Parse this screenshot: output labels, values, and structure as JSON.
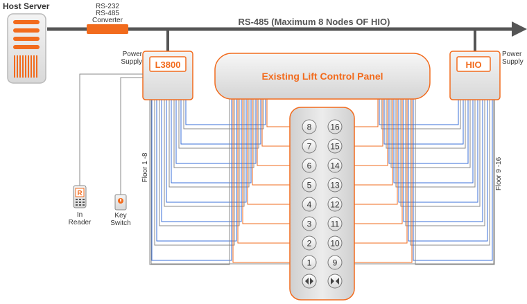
{
  "host_server_label": "Host Server",
  "converter_label_lines": [
    "RS-232",
    "RS-485",
    "Converter"
  ],
  "bus_label": "RS-485 (Maximum 8 Nodes OF HIO)",
  "left_power_supply_lines": [
    "Power",
    "Supply"
  ],
  "right_power_supply_lines": [
    "Power",
    "Supply"
  ],
  "l3800_label": "L3800",
  "hio_label": "HIO",
  "lift_panel_label": "Existing Lift Control Panel",
  "floor_left_label": "Floor 1 -8",
  "floor_right_label": "Floor 9 -16",
  "reader_letter": "R",
  "reader_label_lines": [
    "In",
    "Reader"
  ],
  "key_switch_label_lines": [
    "Key",
    "Switch"
  ],
  "buttons_left": [
    "8",
    "7",
    "6",
    "5",
    "4",
    "3",
    "2",
    "1"
  ],
  "buttons_right": [
    "16",
    "15",
    "14",
    "13",
    "12",
    "11",
    "10",
    "9"
  ],
  "colors": {
    "accent": "#f26b1d",
    "bus": "#555555",
    "wire_blue": "#3a6fd8",
    "wire_orange": "#f26b1d",
    "wire_gray": "#888888"
  }
}
